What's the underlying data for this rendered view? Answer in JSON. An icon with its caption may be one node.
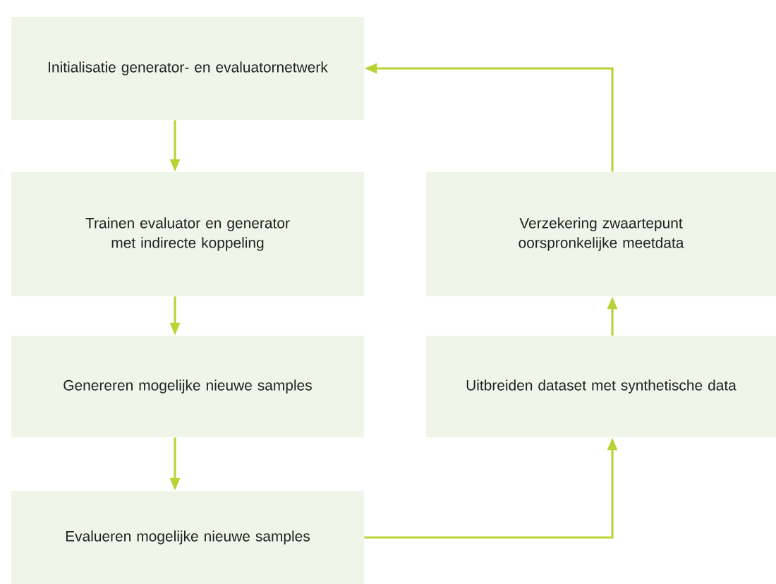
{
  "diagram": {
    "nodes": [
      {
        "text": [
          "Initialisatie generator- en evaluatornetwerk"
        ]
      },
      {
        "text": [
          "Trainen evaluator en generator met indirecte koppeling"
        ]
      },
      {
        "text": [
          "Genereren mogelijke nieuwe samples"
        ]
      },
      {
        "text": [
          "Evalueren mogelijke nieuwe samples"
        ]
      },
      {
        "text": [
          "Verzekering zwaartepunt oorspronkelijke meetdata"
        ]
      },
      {
        "text": [
          "Uitbreiden dataset met synthetische data"
        ]
      }
    ],
    "edges": [
      {
        "from": 0,
        "to": 1,
        "arrow": "to"
      },
      {
        "from": 1,
        "to": 2,
        "arrow": "to"
      },
      {
        "from": 2,
        "to": 3,
        "arrow": "to"
      },
      {
        "from": 3,
        "to": 5,
        "arrow": "to"
      },
      {
        "from": 5,
        "to": 4,
        "arrow": "to"
      },
      {
        "from": 4,
        "to": 0,
        "arrow": "to"
      }
    ]
  }
}
